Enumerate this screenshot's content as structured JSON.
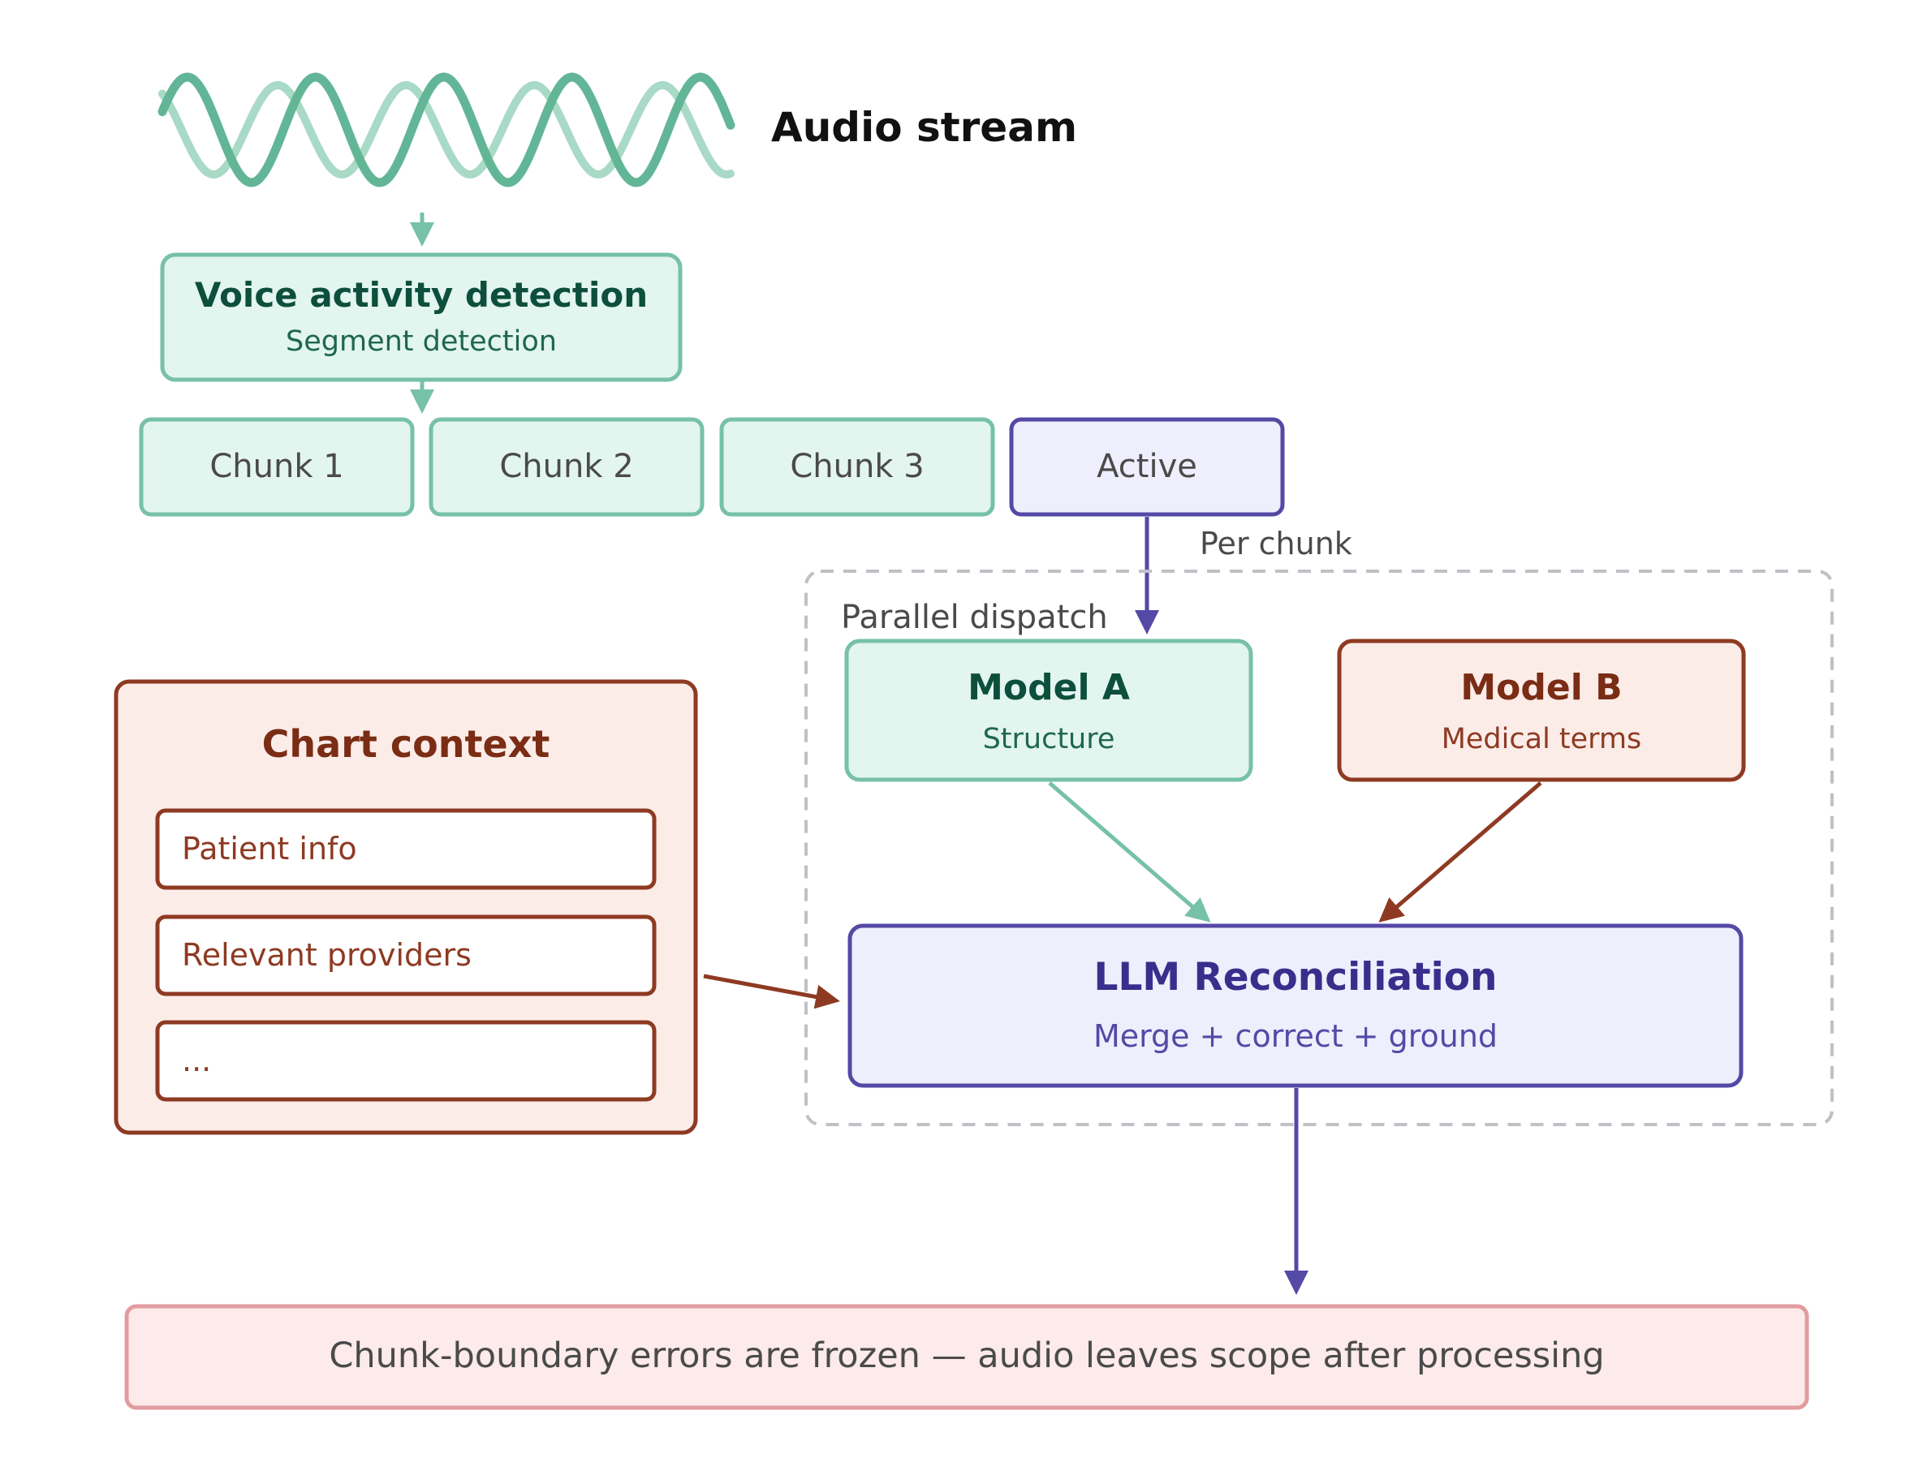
{
  "audio": {
    "title": "Audio stream"
  },
  "vad": {
    "title": "Voice activity detection",
    "subtitle": "Segment detection"
  },
  "chunks": {
    "items": [
      "Chunk 1",
      "Chunk 2",
      "Chunk 3"
    ],
    "active_label": "Active"
  },
  "flow": {
    "per_chunk_label": "Per chunk"
  },
  "dispatch": {
    "label": "Parallel dispatch"
  },
  "model_a": {
    "title": "Model A",
    "subtitle": "Structure"
  },
  "model_b": {
    "title": "Model B",
    "subtitle": "Medical terms"
  },
  "chart_context": {
    "title": "Chart context",
    "items": [
      "Patient info",
      "Relevant providers",
      "..."
    ]
  },
  "reconciliation": {
    "title": "LLM Reconciliation",
    "subtitle": "Merge + correct + ground"
  },
  "footer": {
    "note": "Chunk-boundary errors are frozen — audio leaves scope after processing"
  },
  "colors": {
    "green_stroke": "#76c1a7",
    "green_fill": "#e2f5ee",
    "green_text": "#0d4f3c",
    "purple_stroke": "#5549a6",
    "purple_fill": "#efeefc",
    "purple_text": "#3a2e8c",
    "brown_stroke": "#8e3a22",
    "brown_fill": "#fbece8",
    "brown_text": "#7a2c14",
    "pink_stroke": "#e29ca0",
    "pink_fill": "#fdeaea",
    "gray_text": "#4a4a4a",
    "dash_gray": "#c0c0c6"
  }
}
